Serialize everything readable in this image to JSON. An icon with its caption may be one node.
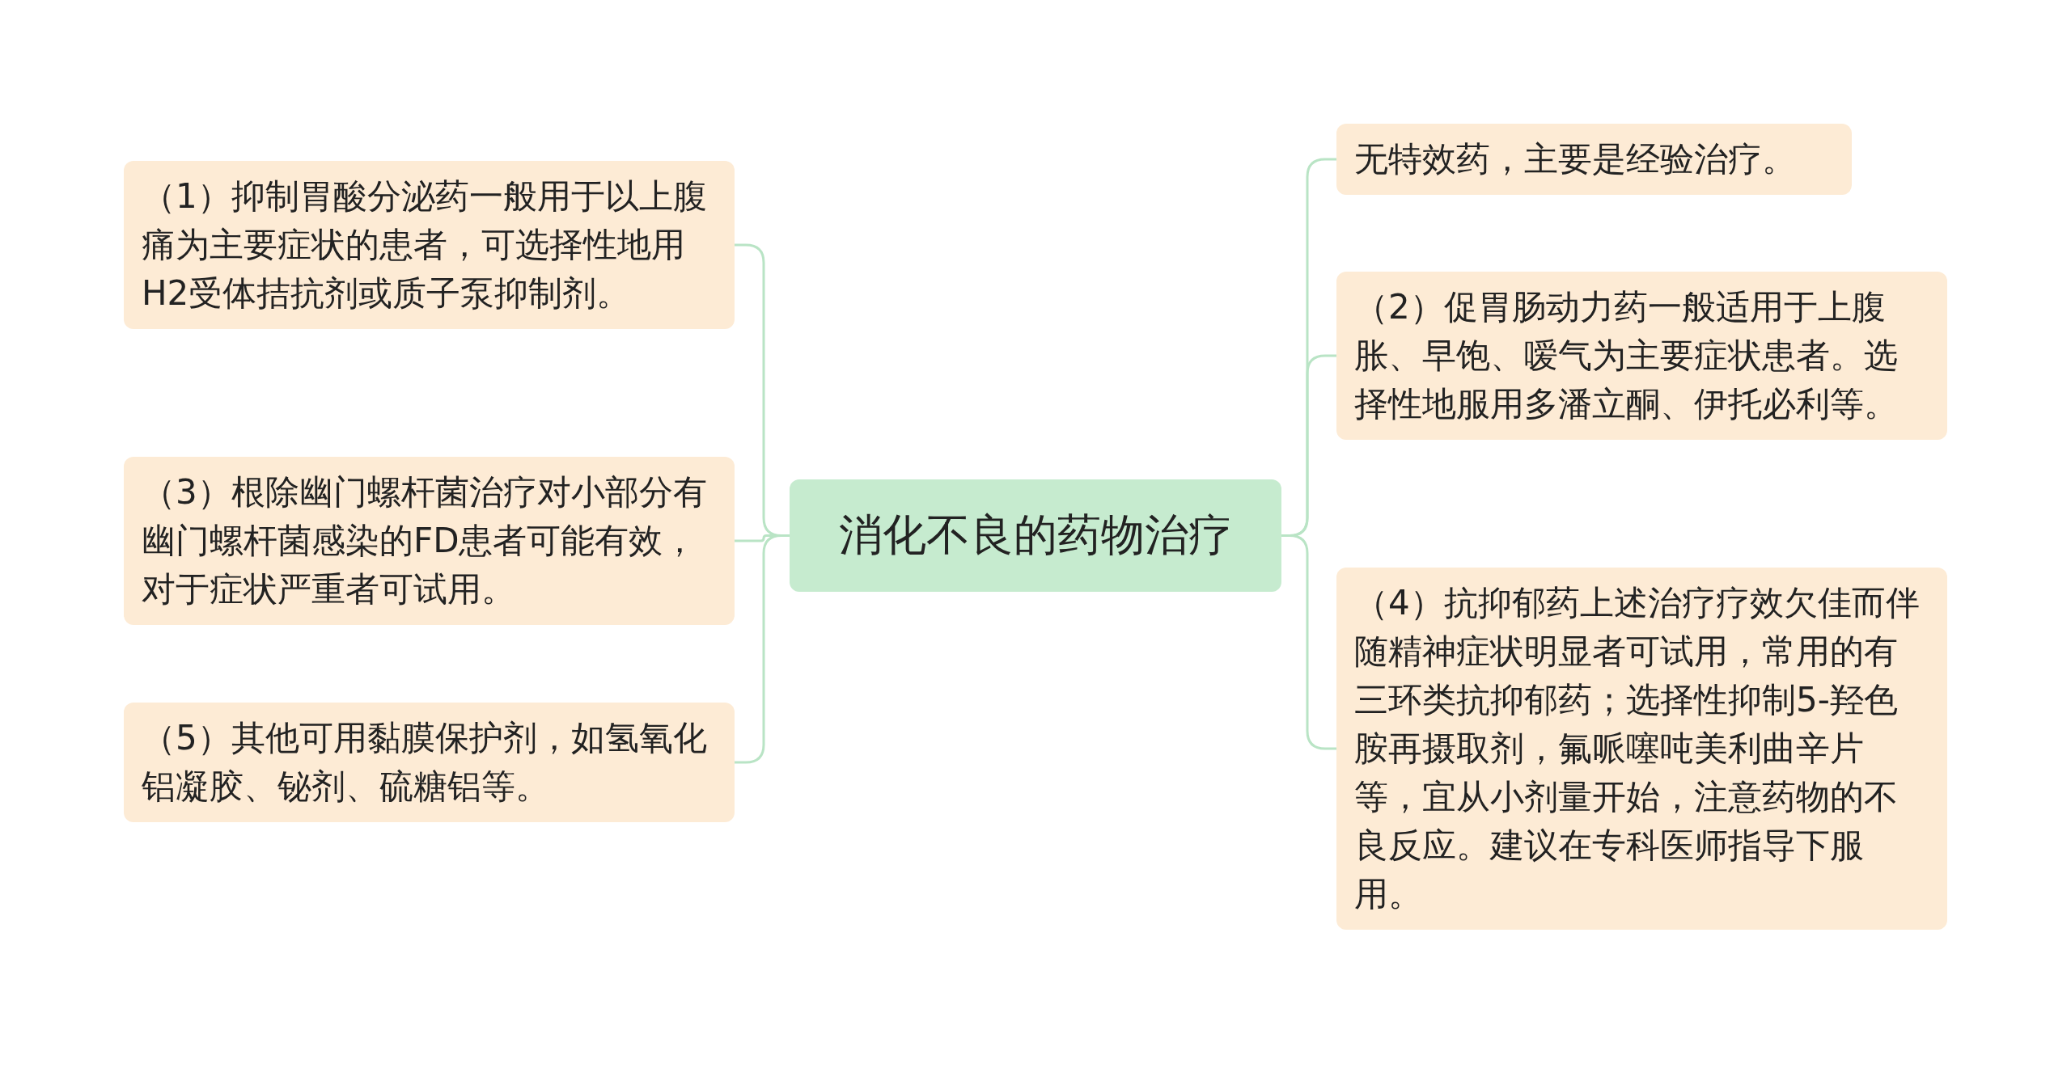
{
  "diagram": {
    "nodes": [
      {
        "text": [
          "消化不良的药物治疗"
        ]
      },
      {
        "text": [
          "（1）抑制胃酸分泌药一般用于以上腹痛为主要症状的患者，可选择性地用H2受体拮抗剂或质子泵抑制剂。"
        ]
      },
      {
        "text": [
          "（3）根除幽门螺杆菌治疗对小部分有幽门螺杆菌感染的FD患者可能有效，对于症状严重者可试用。"
        ]
      },
      {
        "text": [
          "（5）其他可用黏膜保护剂，如氢氧化铝凝胶、铋剂、硫糖铝等。"
        ]
      },
      {
        "text": [
          "无特效药，主要是经验治疗。"
        ]
      },
      {
        "text": [
          "（2）促胃肠动力药一般适用于上腹胀、早饱、嗳气为主要症状患者。选择性地服用多潘立酮、伊托必利等。"
        ]
      },
      {
        "text": [
          "（4）抗抑郁药上述治疗疗效欠佳而伴随精神症状明显者可试用，常用的有三环类抗抑郁药；选择性抑制5-羟色胺再摄取剂，氟哌噻吨美利曲辛片等，宜从小剂量开始，注意药物的不良反应。建议在专科医师指导下服用。"
        ]
      }
    ],
    "edges": [
      {
        "from": 0,
        "to": 1,
        "arrow": "none"
      },
      {
        "from": 0,
        "to": 2,
        "arrow": "none"
      },
      {
        "from": 0,
        "to": 3,
        "arrow": "none"
      },
      {
        "from": 0,
        "to": 4,
        "arrow": "none"
      },
      {
        "from": 0,
        "to": 5,
        "arrow": "none"
      },
      {
        "from": 0,
        "to": 6,
        "arrow": "none"
      }
    ]
  }
}
